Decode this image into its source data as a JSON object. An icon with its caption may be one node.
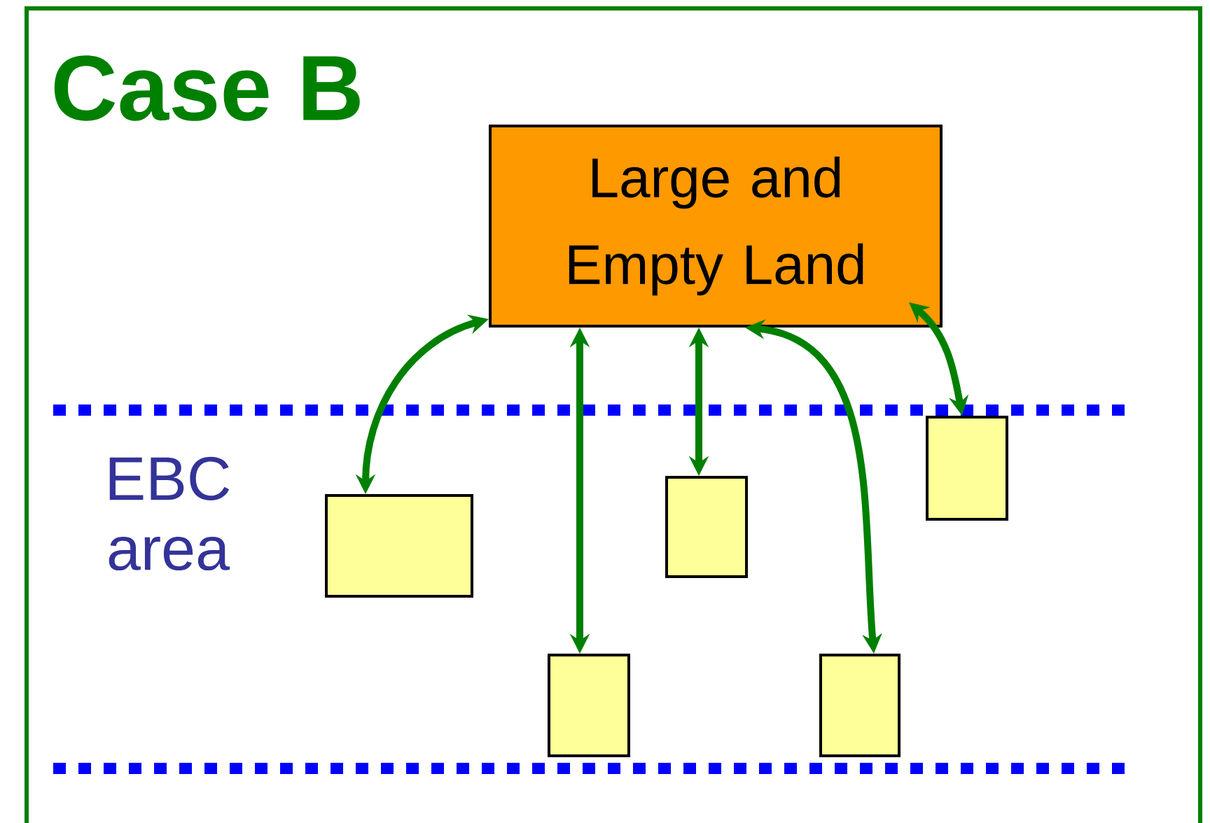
{
  "diagram": {
    "title": "Case B",
    "nodes": [
      {
        "text": [
          "Large and Empty Land"
        ]
      },
      {
        "text": [],
        "shape": "box"
      },
      {
        "text": [],
        "shape": "box"
      },
      {
        "text": [],
        "shape": "box"
      },
      {
        "text": [],
        "shape": "box"
      },
      {
        "text": [],
        "shape": "box"
      }
    ],
    "edges": [
      {
        "from": 0,
        "to": 1,
        "arrow": "both"
      },
      {
        "from": 0,
        "to": 2,
        "arrow": "both"
      },
      {
        "from": 0,
        "to": 3,
        "arrow": "both"
      },
      {
        "from": 0,
        "to": 4,
        "arrow": "both"
      },
      {
        "from": 0,
        "to": 5,
        "arrow": "both"
      }
    ],
    "labels": [
      "EBC area"
    ]
  }
}
